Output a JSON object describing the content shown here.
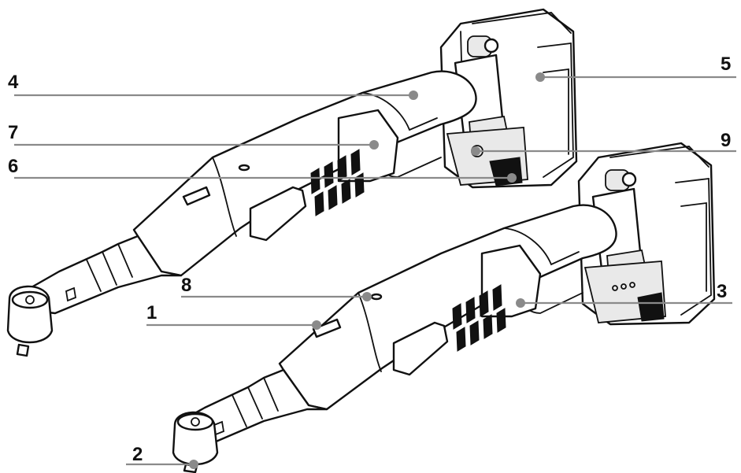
{
  "figure": {
    "callouts": [
      {
        "id": "4",
        "label": "4"
      },
      {
        "id": "5",
        "label": "5"
      },
      {
        "id": "7",
        "label": "7"
      },
      {
        "id": "9",
        "label": "9"
      },
      {
        "id": "6",
        "label": "6"
      },
      {
        "id": "8",
        "label": "8"
      },
      {
        "id": "3",
        "label": "3"
      },
      {
        "id": "1",
        "label": "1"
      },
      {
        "id": "2",
        "label": "2"
      }
    ],
    "colors": {
      "outline": "#111111",
      "leader": "#8a8a8a",
      "background": "#ffffff"
    }
  }
}
